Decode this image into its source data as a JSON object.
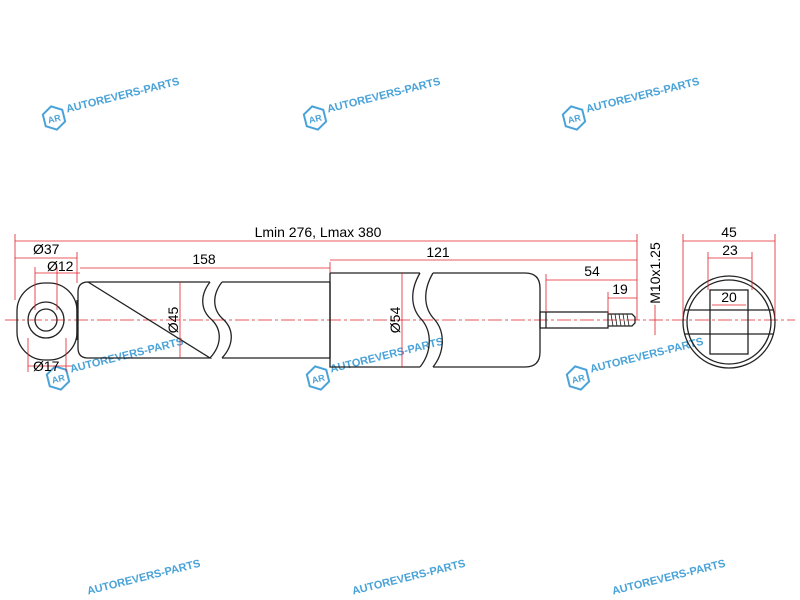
{
  "watermark": {
    "text": "AUTOREVERS-PARTS",
    "logo": "AR",
    "color": "#4aa3d8"
  },
  "colors": {
    "outline": "#222222",
    "dimension": "#e0202a",
    "text": "#000000"
  },
  "dimensions": {
    "length": "Lmin 276, Lmax 380",
    "eye_outer": "Ø37",
    "eye_bore": "Ø12",
    "eye_bushing": "Ø17",
    "body_length": "158",
    "body_dia": "Ø45",
    "outer_length": "121",
    "outer_dia": "Ø54",
    "rod_length": "54",
    "thread_length": "19",
    "thread": "M10x1.25",
    "washer_outer": "45",
    "washer_mid": "23",
    "washer_inner": "20"
  }
}
